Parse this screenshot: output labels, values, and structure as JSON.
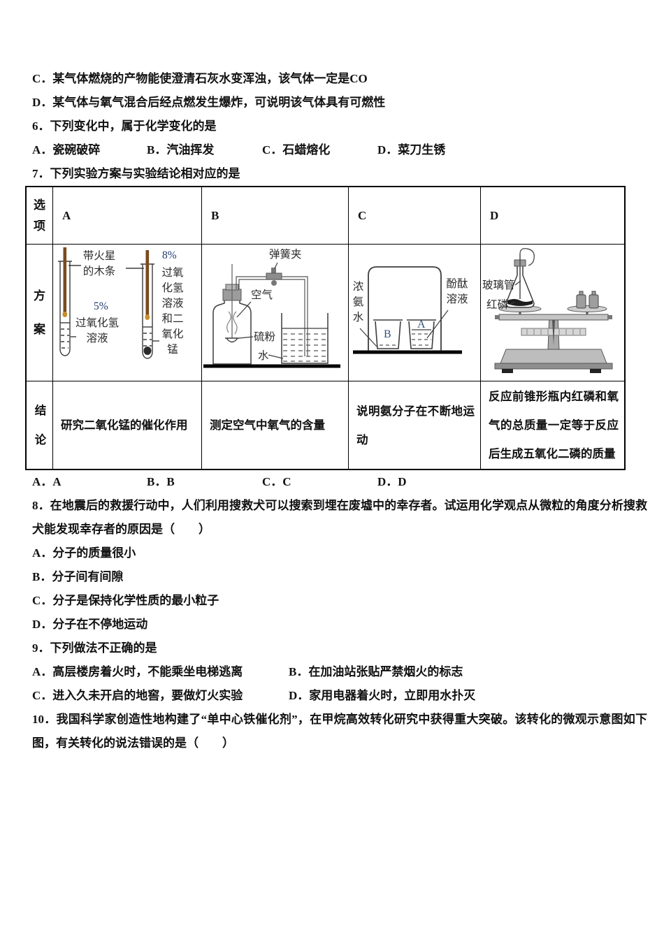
{
  "colors": {
    "navy": "#1f3a6e",
    "ink": "#111111"
  },
  "pre_options": [
    "C．某气体燃烧的产物能使澄清石灰水变浑浊，该气体一定是CO",
    "D．某气体与氧气混合后经点燃发生爆炸，可说明该气体具有可燃性"
  ],
  "q6": {
    "stem": "6．下列变化中，属于化学变化的是",
    "options": [
      "A．瓷碗破碎",
      "B．汽油挥发",
      "C．石蜡熔化",
      "D．菜刀生锈"
    ]
  },
  "q7": {
    "stem": "7．下列实验方案与实验结论相对应的是",
    "table": {
      "corner": "选项",
      "columns": [
        "A",
        "B",
        "C",
        "D"
      ],
      "plan_label": "方案",
      "conclusion_label": "结论",
      "conclusions": [
        "研究二氧化锰的催化作用",
        "测定空气中氧气的含量",
        "说明氨分子在不断地运动",
        "反应前锥形瓶内红磷和氧气的总质量一定等于反应后生成五氧化二磷的质量"
      ],
      "diagram_a": {
        "splint_label": "带火星的木条",
        "left_conc": "5%",
        "left_solution": "过氧化氢溶液",
        "right_conc": "8%",
        "right_solution": "过氧化氢溶液和二氧化锰"
      },
      "diagram_b": {
        "clamp": "弹簧夹",
        "air": "空气",
        "sulfur": "硫粉",
        "water": "水"
      },
      "diagram_c": {
        "ammonia": "浓氨水",
        "phenolphthalein": "酚酞溶液",
        "beaker_left": "B",
        "beaker_right": "A"
      },
      "diagram_d": {
        "glass_tube": "玻璃管",
        "red_phosphorus": "红磷"
      }
    },
    "answer_options": [
      "A．A",
      "B．B",
      "C．C",
      "D．D"
    ]
  },
  "q8": {
    "stem": "8．在地震后的救援行动中，人们利用搜救犬可以搜索到埋在废墟中的幸存者。试运用化学观点从微粒的角度分析搜救犬能发现幸存者的原因是（　　）",
    "options": [
      "A．分子的质量很小",
      "B．分子间有间隙",
      "C．分子是保持化学性质的最小粒子",
      "D．分子在不停地运动"
    ]
  },
  "q9": {
    "stem": "9．下列做法不正确的是",
    "options": [
      "A．高层楼房着火时，不能乘坐电梯逃离",
      "B．在加油站张贴严禁烟火的标志",
      "C．进入久未开启的地窖，要做灯火实验",
      "D．家用电器着火时，立即用水扑灭"
    ]
  },
  "q10": {
    "stem": "10．我国科学家创造性地构建了“单中心铁催化剂”，在甲烷高效转化研究中获得重大突破。该转化的微观示意图如下图，有关转化的说法错误的是（　　）"
  }
}
